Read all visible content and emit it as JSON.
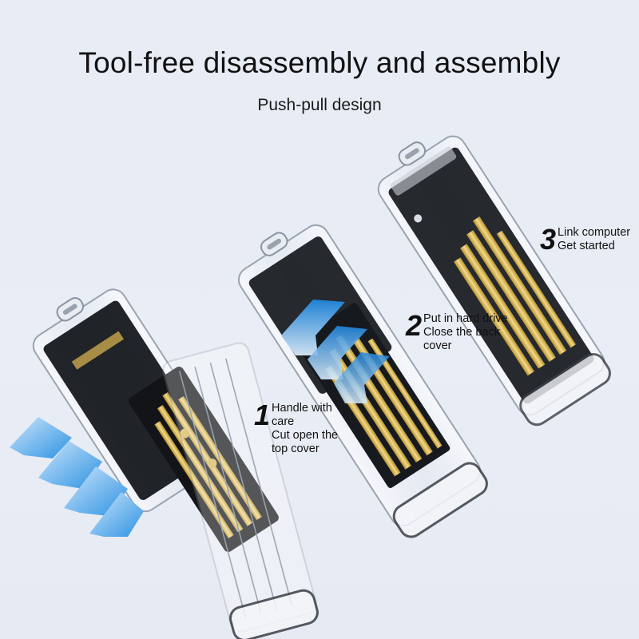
{
  "header": {
    "title": "Tool-free disassembly and assembly",
    "subtitle": "Push-pull design"
  },
  "steps": [
    {
      "number": "1",
      "lines": [
        "Handle with",
        "care",
        "Cut open the",
        "top cover"
      ]
    },
    {
      "number": "2",
      "lines": [
        "Put in hard drive",
        "Close the back",
        "cover"
      ]
    },
    {
      "number": "3",
      "lines": [
        "Link computer",
        "Get started"
      ]
    }
  ],
  "colors": {
    "background": "#e8ecf4",
    "arrow_blue": "#1f8ee0",
    "pcb_black": "#101215",
    "gold": "#d9b85a"
  }
}
